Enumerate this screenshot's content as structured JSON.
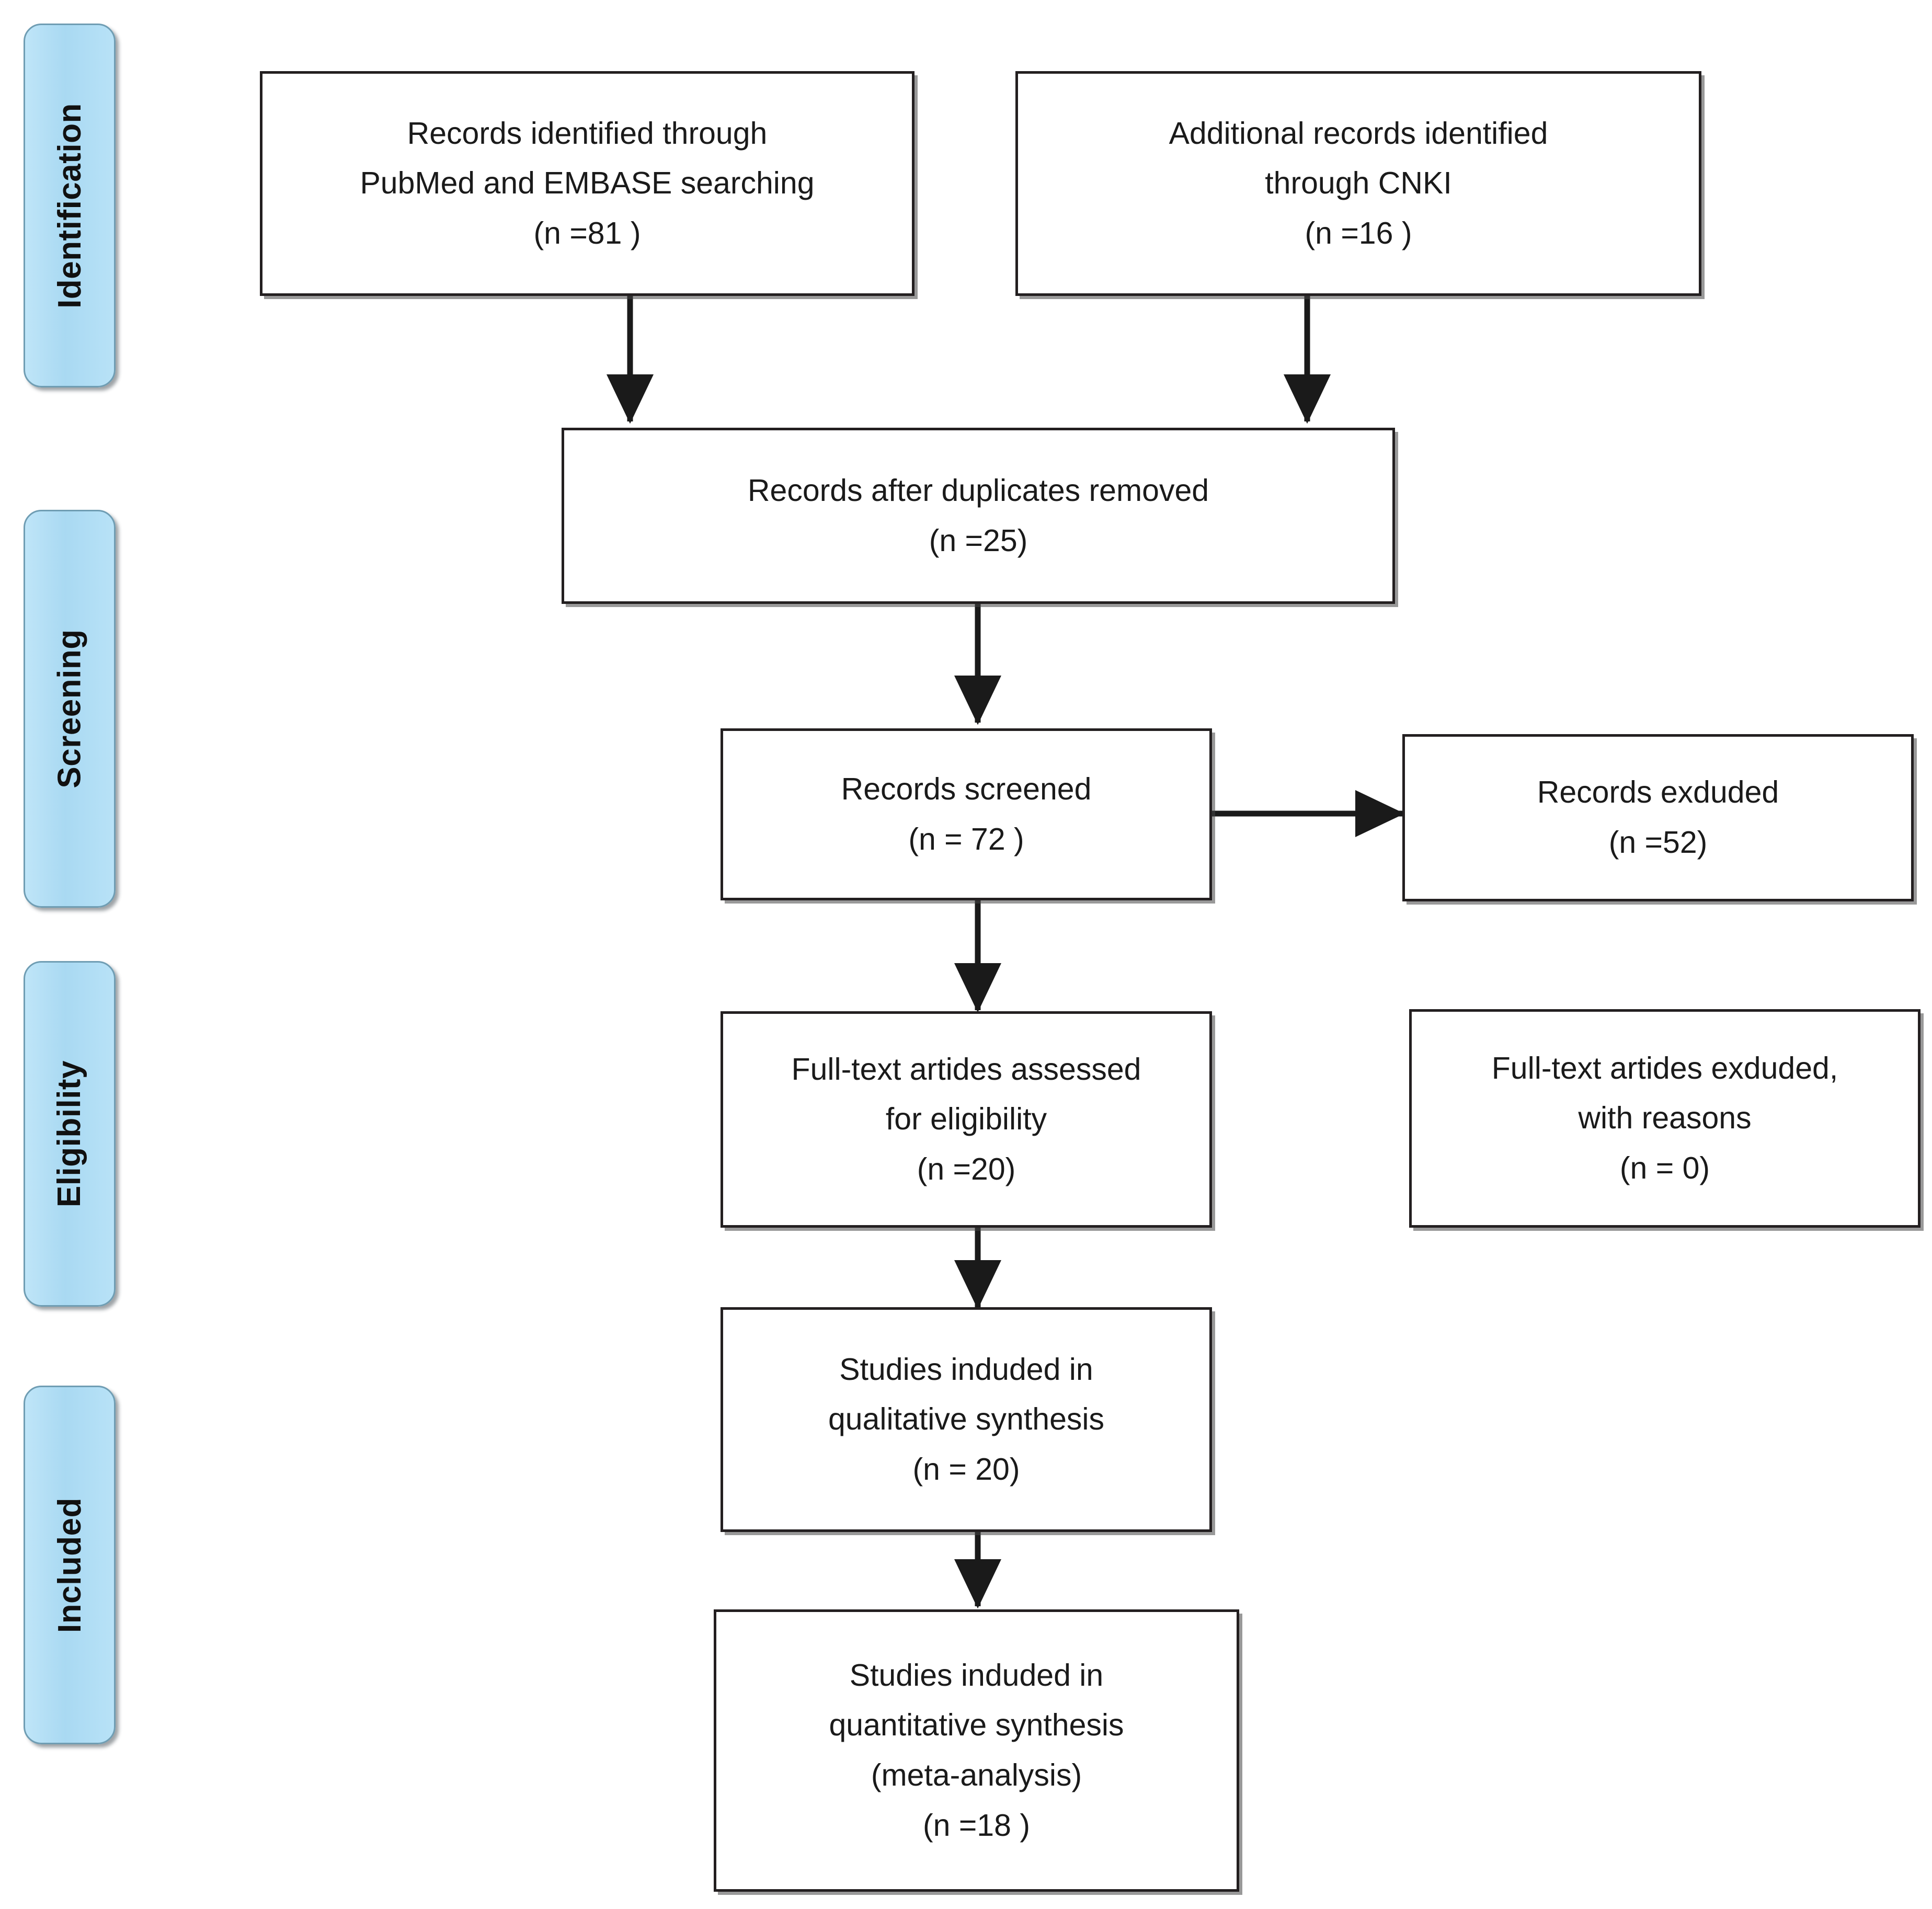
{
  "diagram": {
    "type": "prisma-flow-diagram",
    "accent_color": "#ADDCF5",
    "box_border_color": "#231f20",
    "background": "#ffffff",
    "stages": [
      {
        "id": "identification",
        "label": "Identification"
      },
      {
        "id": "screening",
        "label": "Screening"
      },
      {
        "id": "eligibility",
        "label": "Eligibility"
      },
      {
        "id": "included",
        "label": "Included"
      }
    ],
    "boxes": [
      {
        "id": "records-identified-db",
        "lines": [
          "Records identified through",
          "PubMed and EMBASE searching",
          "(n =81 )"
        ],
        "n": 81
      },
      {
        "id": "records-identified-cnki",
        "lines": [
          "Additional records identified",
          "through CNKI",
          "(n =16 )"
        ],
        "n": 16
      },
      {
        "id": "records-after-duplicates",
        "lines": [
          "Records after duplicates removed",
          "(n =25)"
        ],
        "n": 25
      },
      {
        "id": "records-screened",
        "lines": [
          "Records screened",
          "(n = 72 )"
        ],
        "n": 72
      },
      {
        "id": "records-excluded",
        "lines": [
          "Records exduded",
          "(n =52)"
        ],
        "n": 52
      },
      {
        "id": "full-text-assessed",
        "lines": [
          "Full-text artides assessed",
          "for eligibility",
          "(n =20)"
        ],
        "n": 20
      },
      {
        "id": "full-text-excluded",
        "lines": [
          "Full-text artides exduded,",
          "with reasons",
          "(n = 0)"
        ],
        "n": 0
      },
      {
        "id": "qualitative-synthesis",
        "lines": [
          "Studies induded in",
          "qualitative synthesis",
          "(n = 20)"
        ],
        "n": 20
      },
      {
        "id": "quantitative-synthesis",
        "lines": [
          "Studies induded in",
          "quantitative synthesis",
          "(meta-analysis)",
          "(n =18 )"
        ],
        "n": 18
      }
    ],
    "connectors": [
      {
        "from": "records-identified-db",
        "to": "records-after-duplicates",
        "direction": "down"
      },
      {
        "from": "records-identified-cnki",
        "to": "records-after-duplicates",
        "direction": "down"
      },
      {
        "from": "records-after-duplicates",
        "to": "records-screened",
        "direction": "down"
      },
      {
        "from": "records-screened",
        "to": "records-excluded",
        "direction": "right"
      },
      {
        "from": "records-screened",
        "to": "full-text-assessed",
        "direction": "down"
      },
      {
        "from": "full-text-assessed",
        "to": "qualitative-synthesis",
        "direction": "down"
      },
      {
        "from": "qualitative-synthesis",
        "to": "quantitative-synthesis",
        "direction": "down"
      }
    ]
  }
}
